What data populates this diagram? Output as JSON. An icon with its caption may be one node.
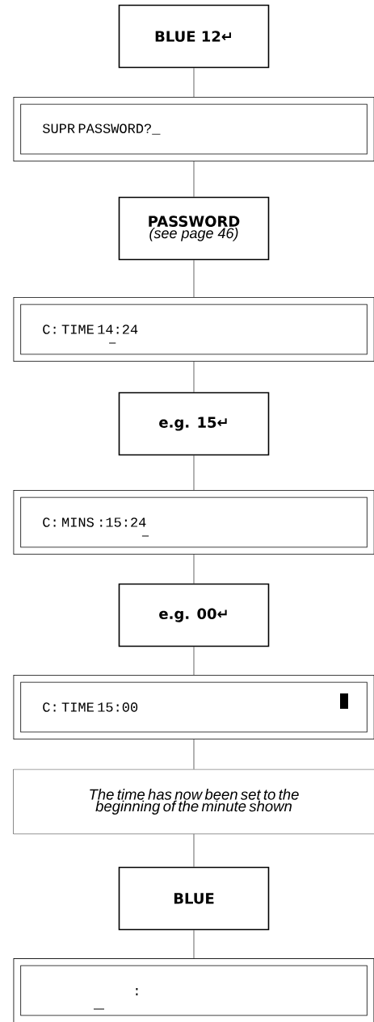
{
  "diagram": {
    "nodes": [
      {
        "text": [
          "BLUE 12↵"
        ]
      },
      {
        "text": [
          "SUPR PASSWORD?_"
        ]
      },
      {
        "text": [
          "PASSWORD",
          "(see page 46)"
        ]
      },
      {
        "text": [
          "C: TIME 14:24"
        ]
      },
      {
        "text": [
          "e.g. 15↵"
        ]
      },
      {
        "text": [
          "C: MINS :15:24"
        ]
      },
      {
        "text": [
          "e.g. 00↵"
        ]
      },
      {
        "text": [
          "C: TIME 15:00"
        ]
      },
      {
        "text": [
          "The time has now been set to the beginning of the minute shown"
        ]
      },
      {
        "text": [
          "BLUE"
        ]
      },
      {
        "text": [
          ":"
        ]
      }
    ],
    "edges": [
      {
        "from": 0,
        "to": 1,
        "arrow": "none"
      },
      {
        "from": 1,
        "to": 2,
        "arrow": "none"
      },
      {
        "from": 2,
        "to": 3,
        "arrow": "none"
      },
      {
        "from": 3,
        "to": 4,
        "arrow": "none"
      },
      {
        "from": 4,
        "to": 5,
        "arrow": "none"
      },
      {
        "from": 5,
        "to": 6,
        "arrow": "none"
      },
      {
        "from": 6,
        "to": 7,
        "arrow": "none"
      },
      {
        "from": 7,
        "to": 8,
        "arrow": "none"
      },
      {
        "from": 8,
        "to": 9,
        "arrow": "none"
      },
      {
        "from": 9,
        "to": 10,
        "arrow": "none"
      }
    ]
  }
}
